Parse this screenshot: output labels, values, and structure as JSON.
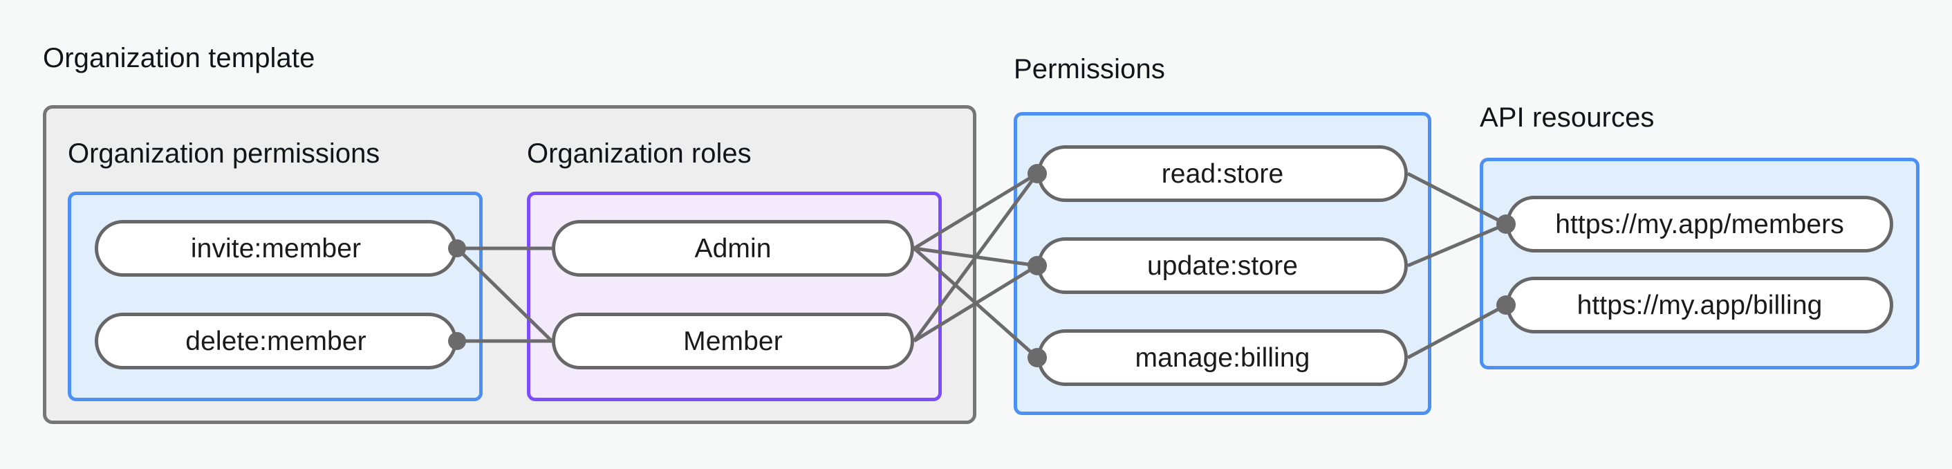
{
  "diagram": {
    "type": "relationship-flow",
    "background_color": "#f7f8f8",
    "colors": {
      "outer_border": "#767676",
      "outer_fill": "#eeeeee",
      "blue_border": "#4c90f5",
      "blue_fill": "#e1effd",
      "purple_border": "#7c4dff",
      "purple_fill": "#f3eafc",
      "pill_border": "#676767",
      "pill_fill": "#ffffff",
      "edge_stroke": "#6b6b6b",
      "text": "#111418"
    }
  },
  "groups": {
    "organization_template": {
      "label": "Organization template",
      "subgroups": {
        "organization_permissions": {
          "label": "Organization permissions",
          "nodes": [
            {
              "id": "invite-member",
              "label": "invite:member"
            },
            {
              "id": "delete-member",
              "label": "delete:member"
            }
          ]
        },
        "organization_roles": {
          "label": "Organization roles",
          "nodes": [
            {
              "id": "admin",
              "label": "Admin"
            },
            {
              "id": "member",
              "label": "Member"
            }
          ]
        }
      }
    },
    "permissions": {
      "label": "Permissions",
      "nodes": [
        {
          "id": "read-store",
          "label": "read:store"
        },
        {
          "id": "update-store",
          "label": "update:store"
        },
        {
          "id": "manage-billing",
          "label": "manage:billing"
        }
      ]
    },
    "api_resources": {
      "label": "API resources",
      "nodes": [
        {
          "id": "members-url",
          "label": "https://my.app/members"
        },
        {
          "id": "billing-url",
          "label": "https://my.app/billing"
        }
      ]
    }
  },
  "edges": [
    {
      "from": "invite-member",
      "to": "admin"
    },
    {
      "from": "invite-member",
      "to": "member"
    },
    {
      "from": "delete-member",
      "to": "member"
    },
    {
      "from": "admin",
      "to": "read-store"
    },
    {
      "from": "admin",
      "to": "update-store"
    },
    {
      "from": "admin",
      "to": "manage-billing"
    },
    {
      "from": "member",
      "to": "read-store"
    },
    {
      "from": "member",
      "to": "update-store"
    },
    {
      "from": "read-store",
      "to": "members-url"
    },
    {
      "from": "update-store",
      "to": "members-url"
    },
    {
      "from": "manage-billing",
      "to": "billing-url"
    }
  ]
}
